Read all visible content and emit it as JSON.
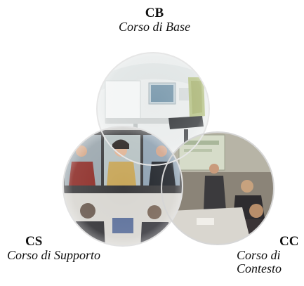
{
  "circles": {
    "top": {
      "code": "CB",
      "name": "Corso di Base",
      "image": "office-chair-room-photo"
    },
    "left": {
      "code": "CS",
      "name": "Corso di Supporto",
      "image": "videoconference-meeting-photo"
    },
    "right": {
      "code": "CC",
      "name_line1": "Corso di",
      "name_line2": "Contesto",
      "image": "presentation-classroom-photo"
    }
  }
}
